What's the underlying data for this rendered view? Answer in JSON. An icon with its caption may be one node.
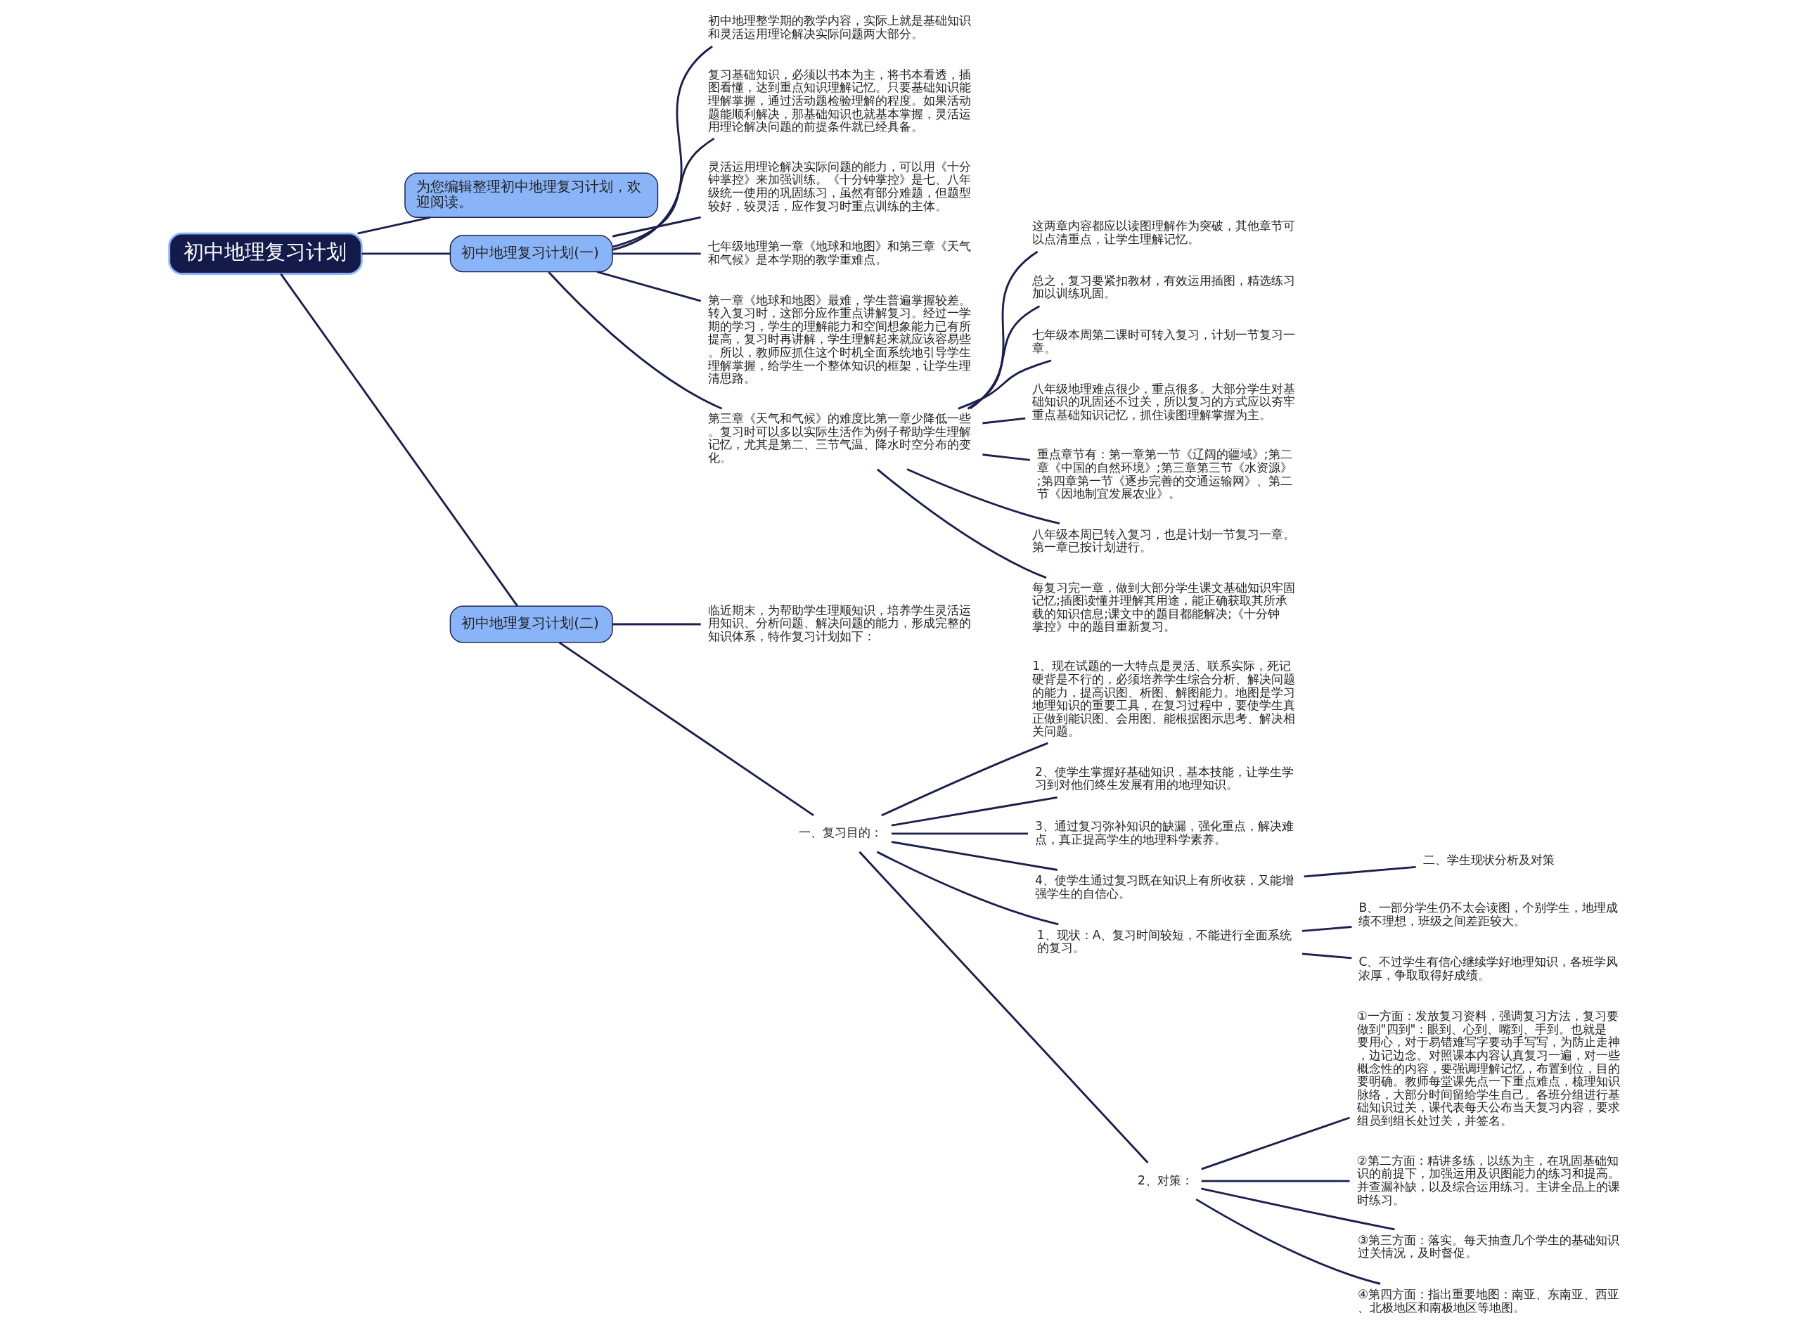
{
  "diagram": {
    "nodes": [
      {
        "text": [
          "初中地理复习计划"
        ]
      },
      {
        "text": [
          "为您编辑整理初中地理复习计划，欢迎阅读。"
        ]
      },
      {
        "text": [
          "初中地理复习计划(一)"
        ]
      },
      {
        "text": [
          "初中地理整学期的教学内容，实际上就是基础知识和灵活运用理论解决实际问题两大部分。"
        ]
      },
      {
        "text": [
          "复习基础知识，必须以书本为主，将书本看透，插图看懂，达到重点知识理解记忆。只要基础知识能理解掌握，通过活动题检验理解的程度。如果活动题能顺利解决，那基础知识也就基本掌握，灵活运用理论解决问题的前提条件就已经具备。"
        ]
      },
      {
        "text": [
          "灵活运用理论解决实际问题的能力，可以用《十分钟掌控》来加强训练。《十分钟掌控》是七、八年级统一使用的巩固练习，虽然有部分难题，但题型较好，较灵活，应作复习时重点训练的主体。"
        ]
      },
      {
        "text": [
          "七年级地理第一章《地球和地图》和第三章《天气和气候》是本学期的教学重难点。"
        ]
      },
      {
        "text": [
          "第一章《地球和地图》最难，学生普遍掌握较差。转入复习时，这部分应作重点讲解复习。经过一学期的学习，学生的理解能力和空间想象能力已有所提高，复习时再讲解，学生理解起来就应该容易些。所以，教师应抓住这个时机全面系统地引导学生理解掌握，给学生一个整体知识的框架，让学生理清思路。"
        ]
      },
      {
        "text": [
          "第三章《天气和气候》的难度比第一章少降低一些。复习时可以多以实际生活作为例子帮助学生理解记忆，尤其是第二、三节气温、降水时空分布的变化。"
        ]
      },
      {
        "text": [
          "这两章内容都应以读图理解作为突破，其他章节可以点清重点，让学生理解记忆。"
        ]
      },
      {
        "text": [
          "总之，复习要紧扣教材，有效运用插图，精选练习加以训练巩固。"
        ]
      },
      {
        "text": [
          "七年级本周第二课时可转入复习，计划一节复习一章。"
        ]
      },
      {
        "text": [
          "八年级地理难点很少，重点很多。大部分学生对基础知识的巩固还不过关，所以复习的方式应以夯牢重点基础知识记忆，抓住读图理解掌握为主。"
        ]
      },
      {
        "text": [
          "重点章节有：第一章第一节《辽阔的疆域》;第二章《中国的自然环境》;第三章第三节《水资源》;第四章第一节《逐步完善的交通运输网》、第二节《因地制宜发展农业》。"
        ]
      },
      {
        "text": [
          "八年级本周已转入复习，也是计划一节复习一章。第一章已按计划进行。"
        ]
      },
      {
        "text": [
          "每复习完一章，做到大部分学生课文基础知识牢固记忆;插图读懂并理解其用途，能正确获取其所承载的知识信息;课文中的题目都能解决;《十分钟掌控》中的题目重新复习。"
        ]
      },
      {
        "text": [
          "初中地理复习计划(二)"
        ]
      },
      {
        "text": [
          "临近期末，为帮助学生理顺知识，培养学生灵活运用知识、分析问题、解决问题的能力，形成完整的知识体系，特作复习计划如下："
        ]
      },
      {
        "text": [
          "一、复习目的："
        ]
      },
      {
        "text": [
          "1、现在试题的一大特点是灵活、联系实际，死记硬背是不行的，必须培养学生综合分析、解决问题的能力，提高识图、析图、解图能力。地图是学习地理知识的重要工具，在复习过程中，要使学生真正做到能识图、会用图、能根据图示思考、解决相关问题。"
        ]
      },
      {
        "text": [
          "2、使学生掌握好基础知识，基本技能，让学生学习到对他们终生发展有用的地理知识。"
        ]
      },
      {
        "text": [
          "3、通过复习弥补知识的缺漏，强化重点，解决难点，真正提高学生的地理科学素养。"
        ]
      },
      {
        "text": [
          "4、使学生通过复习既在知识上有所收获，又能增强学生的自信心。"
        ]
      },
      {
        "text": [
          "二、学生现状分析及对策"
        ]
      },
      {
        "text": [
          "1、现状：A、复习时间较短，不能进行全面系统的复习。"
        ]
      },
      {
        "text": [
          "B、一部分学生仍不太会读图，个别学生，地理成绩不理想，班级之间差距较大。"
        ]
      },
      {
        "text": [
          "C、不过学生有信心继续学好地理知识，各班学风浓厚，争取取得好成绩。"
        ]
      },
      {
        "text": [
          "2、对策："
        ]
      },
      {
        "text": [
          "①一方面：发放复习资料，强调复习方法，复习要做到\"四到\"：眼到、心到、嘴到、手到。也就是要用心，对于易错难写字要动手写写，为防止走神，边记边念。对照课本内容认真复习一遍，对一些概念性的内容，要强调理解记忆，布置到位，目的要明确。教师每堂课先点一下重点难点，梳理知识脉络，大部分时间留给学生自己。各班分组进行基础知识过关，课代表每天公布当天复习内容，要求组员到组长处过关，并签名。"
        ]
      },
      {
        "text": [
          "②第二方面：精讲多练，以练为主，在巩固基础知识的前提下，加强运用及识图能力的练习和提高。并查漏补缺，以及综合运用练习。主讲全品上的课时练习。"
        ]
      },
      {
        "text": [
          "③第三方面：落实。每天抽查几个学生的基础知识过关情况，及时督促。"
        ]
      },
      {
        "text": [
          "④第四方面：指出重要地图：南亚、东南亚、西亚、北极地区和南极地区等地图。"
        ]
      }
    ],
    "edges": [
      {
        "from": 0,
        "to": 1,
        "arrow": "none"
      },
      {
        "from": 0,
        "to": 2,
        "arrow": "none"
      },
      {
        "from": 2,
        "to": 3,
        "arrow": "none"
      },
      {
        "from": 2,
        "to": 4,
        "arrow": "none"
      },
      {
        "from": 2,
        "to": 5,
        "arrow": "none"
      },
      {
        "from": 2,
        "to": 6,
        "arrow": "none"
      },
      {
        "from": 2,
        "to": 7,
        "arrow": "none"
      },
      {
        "from": 2,
        "to": 8,
        "arrow": "none"
      },
      {
        "from": 8,
        "to": 9,
        "arrow": "none"
      },
      {
        "from": 8,
        "to": 10,
        "arrow": "none"
      },
      {
        "from": 8,
        "to": 11,
        "arrow": "none"
      },
      {
        "from": 8,
        "to": 12,
        "arrow": "none"
      },
      {
        "from": 8,
        "to": 13,
        "arrow": "none"
      },
      {
        "from": 8,
        "to": 14,
        "arrow": "none"
      },
      {
        "from": 8,
        "to": 15,
        "arrow": "none"
      },
      {
        "from": 0,
        "to": 16,
        "arrow": "none"
      },
      {
        "from": 16,
        "to": 17,
        "arrow": "none"
      },
      {
        "from": 16,
        "to": 18,
        "arrow": "none"
      },
      {
        "from": 18,
        "to": 19,
        "arrow": "none"
      },
      {
        "from": 18,
        "to": 20,
        "arrow": "none"
      },
      {
        "from": 18,
        "to": 21,
        "arrow": "none"
      },
      {
        "from": 18,
        "to": 22,
        "arrow": "none"
      },
      {
        "from": 22,
        "to": 23,
        "arrow": "none"
      },
      {
        "from": 18,
        "to": 24,
        "arrow": "none"
      },
      {
        "from": 24,
        "to": 25,
        "arrow": "none"
      },
      {
        "from": 24,
        "to": 26,
        "arrow": "none"
      },
      {
        "from": 18,
        "to": 27,
        "arrow": "none"
      },
      {
        "from": 27,
        "to": 28,
        "arrow": "none"
      },
      {
        "from": 27,
        "to": 29,
        "arrow": "none"
      },
      {
        "from": 27,
        "to": 30,
        "arrow": "none"
      },
      {
        "from": 27,
        "to": 31,
        "arrow": "none"
      }
    ]
  }
}
